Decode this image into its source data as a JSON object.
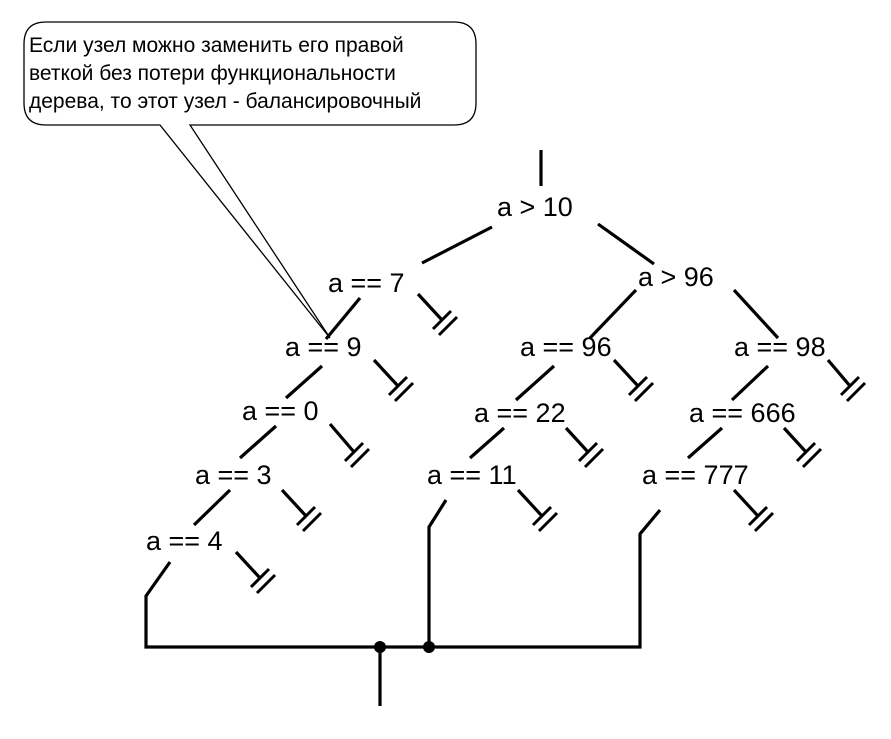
{
  "callout": {
    "lines": [
      "Если узел можно заменить его правой",
      "веткой без потери функциональности",
      "дерева, то этот узел - балансировочный"
    ]
  },
  "nodes": {
    "root": "a > 10",
    "n7": "a == 7",
    "n96g": "a > 96",
    "n9": "a == 9",
    "n96": "a == 96",
    "n98": "a == 98",
    "n0": "a == 0",
    "n22": "a == 22",
    "n666": "a == 666",
    "n3": "a == 3",
    "n11": "a == 11",
    "n777": "a == 777",
    "n4": "a == 4"
  }
}
